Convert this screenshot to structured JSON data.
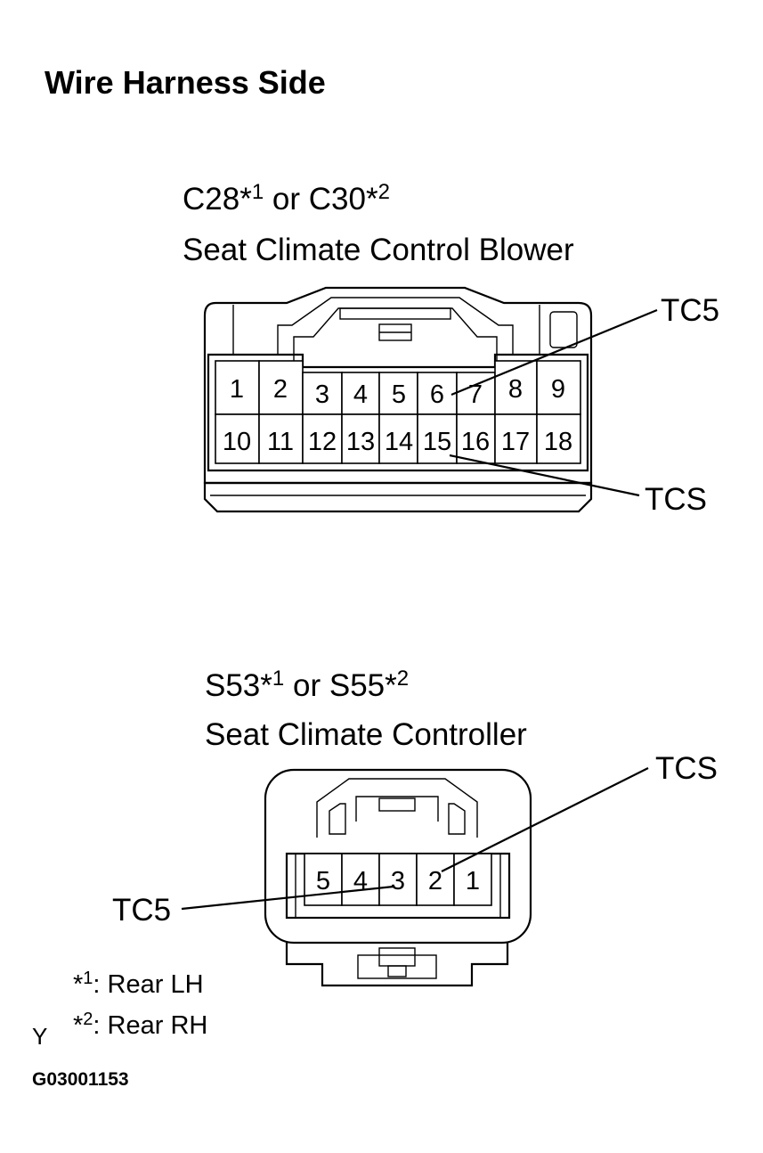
{
  "title": "Wire Harness Side",
  "connector1": {
    "code_a": "C28",
    "star_a": "*",
    "sup_a": "1",
    "or_word": " or ",
    "code_b": "C30",
    "star_b": "*",
    "sup_b": "2",
    "name": "Seat Climate Control Blower",
    "pins_top": [
      "1",
      "2",
      "3",
      "4",
      "5",
      "6",
      "7",
      "8",
      "9"
    ],
    "pins_bottom": [
      "10",
      "11",
      "12",
      "13",
      "14",
      "15",
      "16",
      "17",
      "18"
    ],
    "callout_top": "TC5",
    "callout_bottom": "TCS"
  },
  "connector2": {
    "code_a": "S53",
    "star_a": "*",
    "sup_a": "1",
    "or_word": " or ",
    "code_b": "S55",
    "star_b": "*",
    "sup_b": "2",
    "name": "Seat Climate Controller",
    "pins": [
      "5",
      "4",
      "3",
      "2",
      "1"
    ],
    "callout_right": "TCS",
    "callout_left": "TC5"
  },
  "notes": [
    {
      "star": "*",
      "sup": "1",
      "text": ": Rear LH"
    },
    {
      "star": "*",
      "sup": "2",
      "text": ": Rear RH"
    }
  ],
  "corner_mark": "Y",
  "figure_id": "G03001153"
}
